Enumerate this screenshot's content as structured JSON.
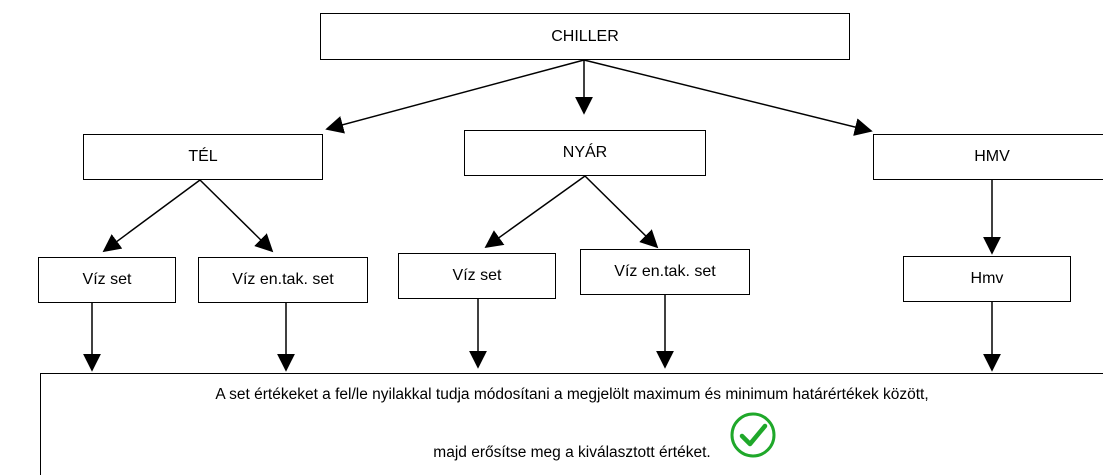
{
  "nodes": {
    "chiller": "CHILLER",
    "tel": "TÉL",
    "nyar": "NYÁR",
    "hmv": "HMV",
    "tel_viz_set": "Víz set",
    "tel_viz_entak_set": "Víz en.tak. set",
    "nyar_viz_set": "Víz set",
    "nyar_viz_entak_set": "Víz en.tak. set",
    "hmv_sub": "Hmv"
  },
  "note": {
    "line1": "A set értékeket a fel/le nyilakkal tudja módosítani a megjelölt maximum és minimum határértékek között,",
    "line2": "majd erősítse meg a kiválasztott értéket.",
    "confirm_icon": "check-circle-icon",
    "confirm_color": "#1fa82a"
  },
  "colors": {
    "line": "#000000",
    "background": "#ffffff"
  }
}
